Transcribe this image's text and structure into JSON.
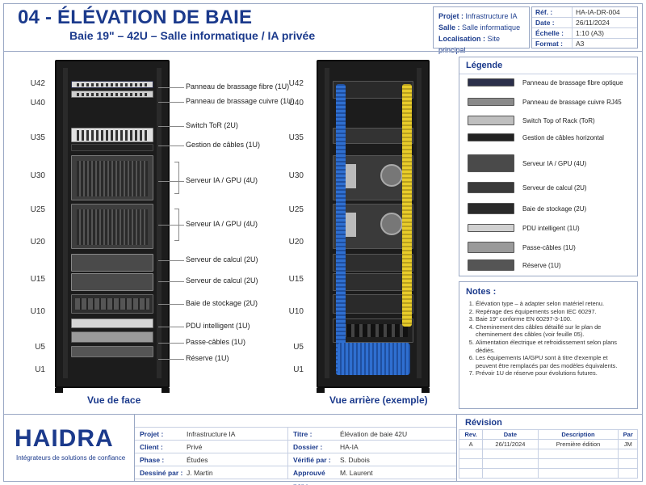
{
  "header": {
    "title": "04  - ÉLÉVATION DE BAIE",
    "subtitle": "Baie 19\" – 42U – Salle informatique / IA privée",
    "project_box": [
      {
        "key": "Projet :",
        "value": "Infrastructure IA"
      },
      {
        "key": "Salle :",
        "value": "Salle informatique"
      },
      {
        "key": "Localisation :",
        "value": "Site principal"
      }
    ],
    "ref_box": [
      {
        "key": "Réf. :",
        "value": "HA-IA-DR-004"
      },
      {
        "key": "Date :",
        "value": "26/11/2024"
      },
      {
        "key": "Échelle :",
        "value": "1:10 (A3)"
      },
      {
        "key": "Format :",
        "value": "A3"
      }
    ]
  },
  "u_labels": [
    "U42",
    "U40",
    "U35",
    "U30",
    "U25",
    "U20",
    "U15",
    "U10",
    "U5",
    "U1"
  ],
  "front": {
    "caption": "Vue de face",
    "callouts": [
      "Panneau de brassage fibre (1U)",
      "Panneau de brassage cuivre (1U)",
      "Switch ToR (2U)",
      "Gestion de câbles (1U)",
      "Serveur IA / GPU (4U)",
      "Serveur IA / GPU (4U)",
      "Serveur de calcul (2U)",
      "Serveur de calcul (2U)",
      "Baie de stockage (2U)",
      "PDU intelligent (1U)",
      "Passe-câbles (1U)",
      "Réserve (1U)"
    ]
  },
  "rear": {
    "caption": "Vue arrière (exemple)"
  },
  "legend": {
    "title": "Légende",
    "items": [
      {
        "label": "Panneau de brassage fibre optique",
        "color": "#2b2f4a"
      },
      {
        "label": "Panneau de brassage cuivre RJ45",
        "color": "#8a8a8a"
      },
      {
        "label": "Switch Top of Rack (ToR)",
        "color": "#bfbfbf"
      },
      {
        "label": "Gestion de câbles horizontal",
        "color": "#222222"
      },
      {
        "label": "Serveur IA / GPU (4U)",
        "color": "#4a4a4a"
      },
      {
        "label": "Serveur de calcul (2U)",
        "color": "#3a3a3a"
      },
      {
        "label": "Baie de stockage (2U)",
        "color": "#2a2a2a"
      },
      {
        "label": "PDU intelligent (1U)",
        "color": "#d0d0d0"
      },
      {
        "label": "Passe-câbles (1U)",
        "color": "#9a9a9a"
      },
      {
        "label": "Réserve (1U)",
        "color": "#555555"
      }
    ]
  },
  "notes": {
    "title": "Notes :",
    "items": [
      "Élévation type – à adapter selon matériel retenu.",
      "Repérage des équipements selon IEC 60297.",
      "Baie 19\" conforme EN 60297-3-100.",
      "Cheminement des câbles détaillé sur le plan de cheminement des câbles (voir feuille 05).",
      "Alimentation électrique et refroidissement selon plans dédiés.",
      "Les équipements IA/GPU sont à titre d'exemple et peuvent être remplacés par des modèles équivalents.",
      "Prévoir 1U de réserve pour évolutions futures."
    ]
  },
  "footer": {
    "logo": "HAIDRA",
    "tagline": "Intégrateurs de solutions de confiance",
    "rows": [
      {
        "k1": "Projet :",
        "v1": "Infrastructure IA",
        "k2": "Titre :",
        "v2": "Élévation de baie 42U"
      },
      {
        "k1": "Client :",
        "v1": "Privé",
        "k2": "Dossier :",
        "v2": "HA-IA"
      },
      {
        "k1": "Phase :",
        "v1": "Études",
        "k2": "Vérifié par :",
        "v2": "S. Dubois"
      },
      {
        "k1": "Dessiné par :",
        "v1": "J. Martin",
        "k2": "Approuvé par :",
        "v2": "M. Laurent"
      }
    ]
  },
  "revision": {
    "title": "Révision",
    "headers": [
      "Rev.",
      "Date",
      "Description",
      "Par"
    ],
    "rows": [
      [
        "A",
        "26/11/2024",
        "Première édition",
        "JM"
      ]
    ]
  }
}
